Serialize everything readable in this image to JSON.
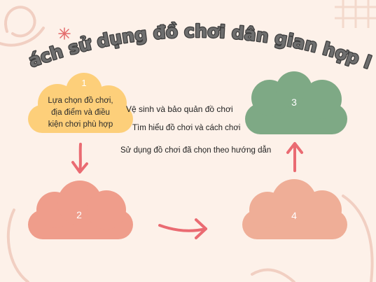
{
  "title": "cách sử dụng đồ chơi dân gian hợp lí",
  "colors": {
    "background": "#fdf1e9",
    "cloud_yellow": "#fdcf7a",
    "cloud_salmon": "#ef9d8b",
    "cloud_green": "#7ea985",
    "cloud_peach": "#efae97",
    "arrow": "#ea6b72",
    "title_fill": "#6e6e6e",
    "title_outline": "#3f3f3f"
  },
  "clouds": [
    {
      "number": "1",
      "lines": [
        "Lựa chọn đồ chơi,",
        "địa điểm và điều",
        "kiện chơi phù hợp"
      ]
    },
    {
      "number": "2"
    },
    {
      "number": "3"
    },
    {
      "number": "4"
    }
  ],
  "steps": [
    "Vệ sinh và bảo quản đồ chơi",
    "Tìm hiểu đồ chơi và cách chơi",
    "Sử dụng đồ chơi đã chọn theo hướng dẫn"
  ],
  "decorations": [
    "sparkle-icon",
    "swirl-line-icon",
    "grid-icon",
    "curve-line-icon"
  ]
}
